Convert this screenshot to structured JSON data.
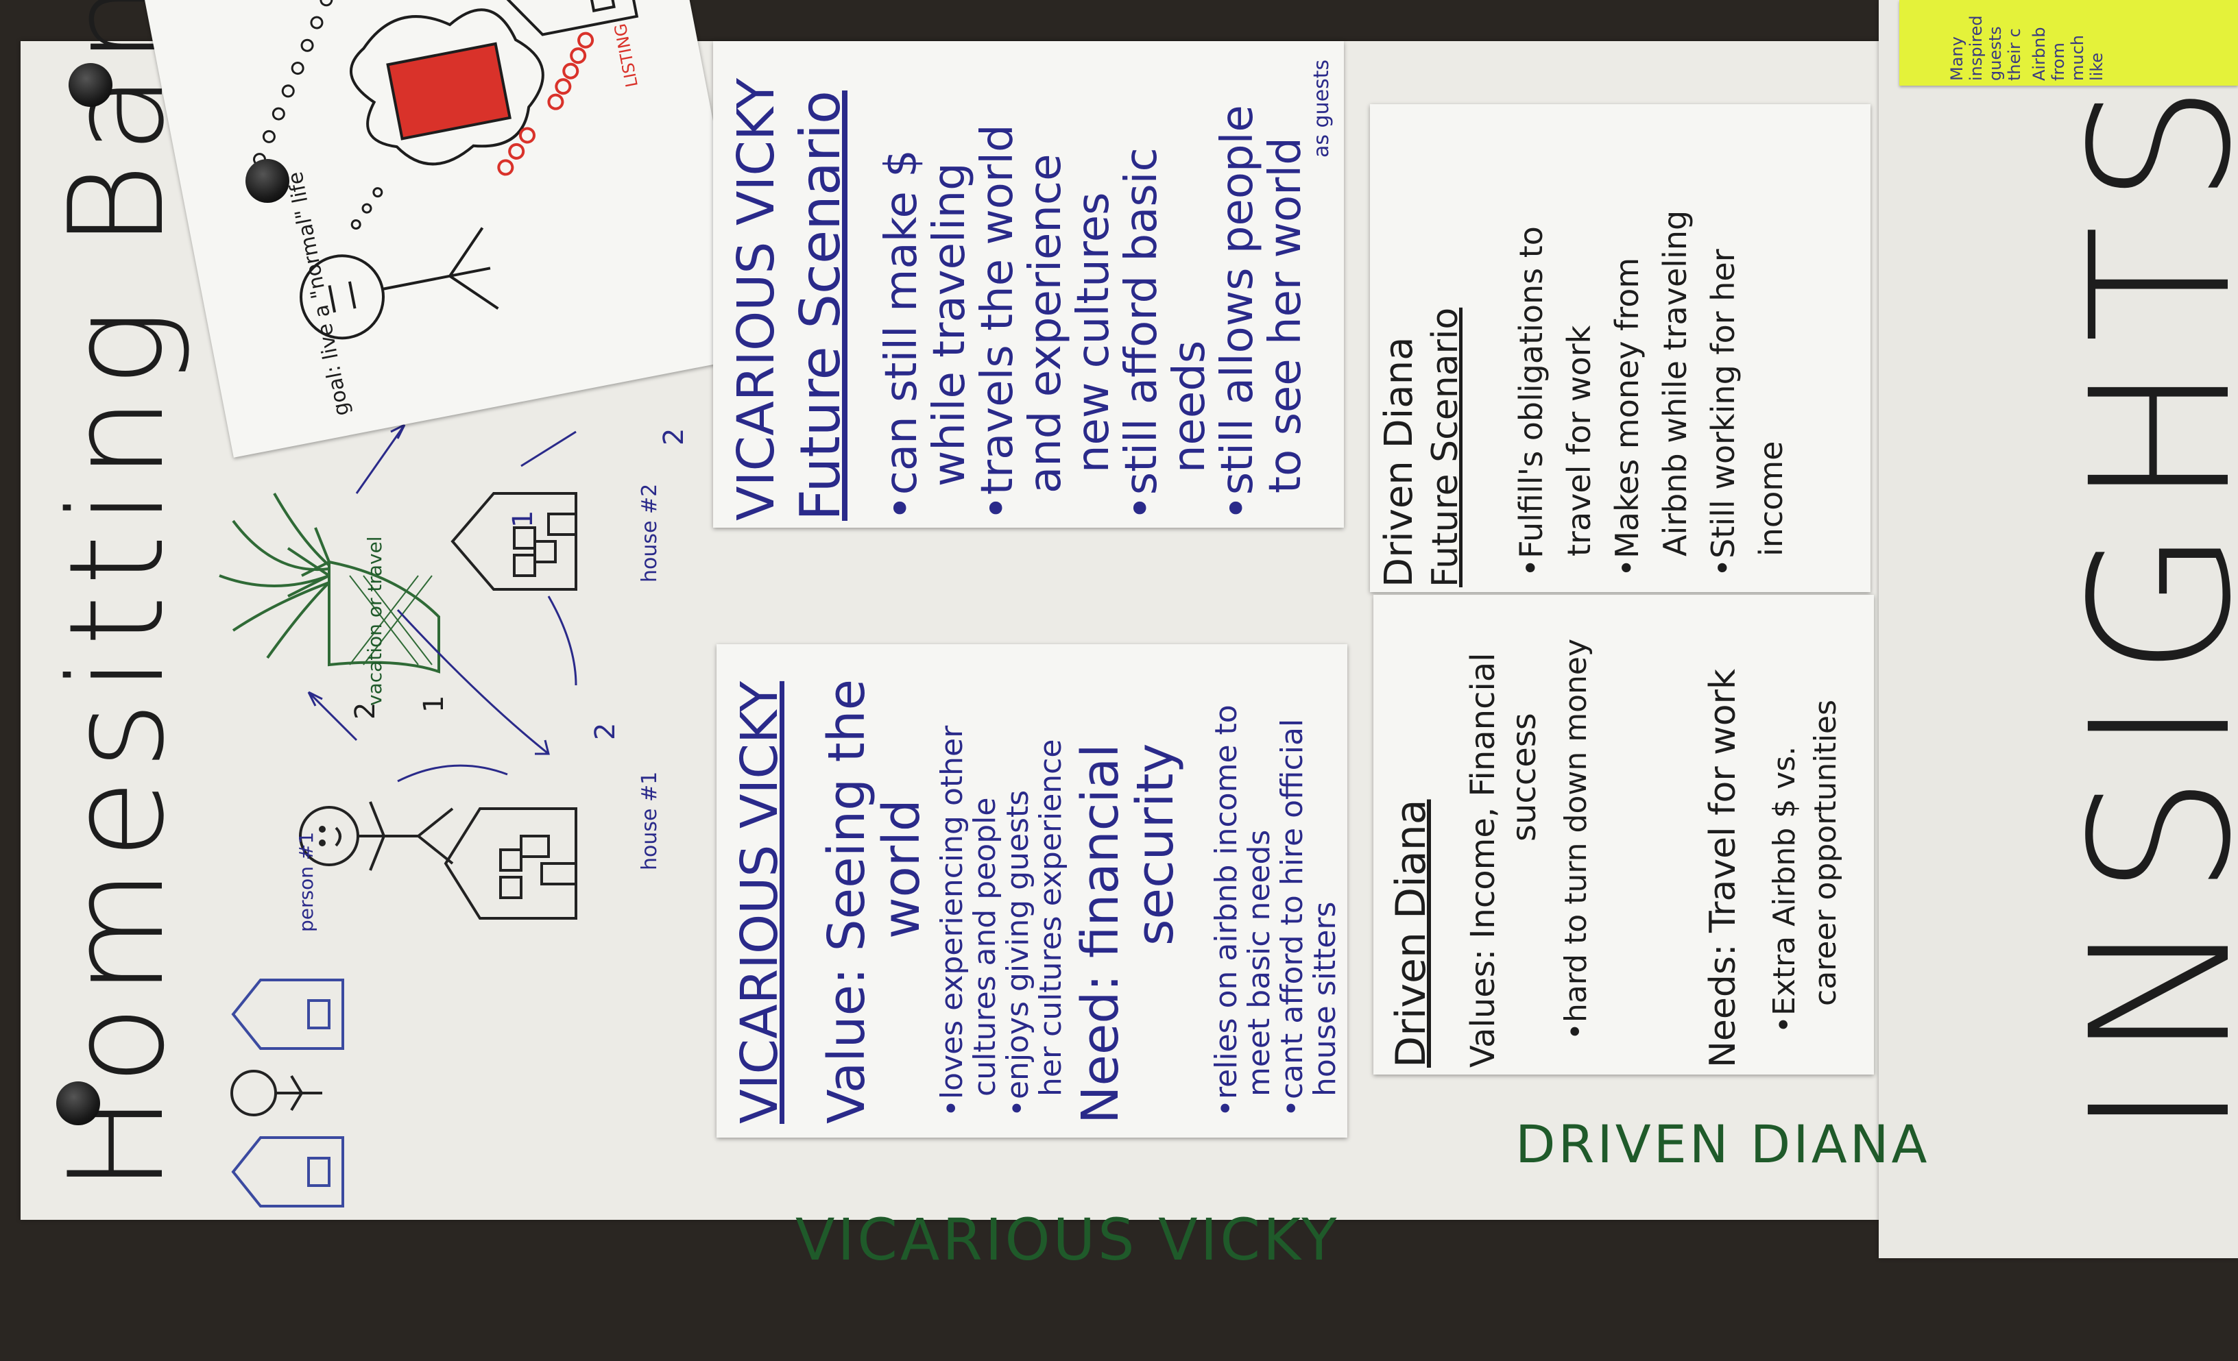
{
  "board": {
    "title": "Homesitting Bank",
    "insights_label": "INSIGHTS"
  },
  "left_diagram": {
    "person_label": "person #1",
    "vacation_label": "vacation or travel",
    "house1_label": "house #1",
    "house2_label": "house #2",
    "arrow_labels": [
      "1",
      "2",
      "1",
      "2",
      "2"
    ]
  },
  "top_sketch": {
    "thought": "goal: live a \"normal\" life",
    "listing_label": "LISTING"
  },
  "vicky_scenario": {
    "title1": "VICARIOUS VICKY",
    "title2": "Future Scenario",
    "lines": [
      "•can still make $",
      "while traveling",
      "•travels the world",
      "and experience",
      "new cultures",
      "•still afford basic",
      "needs",
      "•still allows people",
      "to see her world",
      "as guests"
    ]
  },
  "vicky_persona": {
    "title": "VICARIOUS VICKY",
    "value_heading": "Value: Seeing the",
    "value_heading2": "world",
    "value_lines": [
      "•loves experiencing other",
      "cultures and people",
      "•enjoys giving guests",
      "her cultures experience"
    ],
    "need_heading": "Need: financial",
    "need_heading2": "security",
    "need_lines": [
      "•relies on airbnb income to",
      "meet basic needs",
      "•cant afford to hire official",
      "house sitters"
    ],
    "footer_label": "VICARIOUS VICKY"
  },
  "diana_scenario": {
    "title1": "Driven Diana",
    "title2": "Future Scenario",
    "lines": [
      "•Fulfill's obligations to",
      "travel for work",
      "•Makes money from",
      "Airbnb while traveling",
      "•Still working for her",
      "income"
    ]
  },
  "diana_persona": {
    "title": "Driven Diana",
    "values_heading": "Values: Income, Financial",
    "values_heading2": "success",
    "values_line": "•hard to turn down money",
    "needs_heading": "Needs: Travel for work",
    "needs_lines": [
      "•Extra Airbnb $ vs.",
      "career opportunities"
    ],
    "footer_label": "DRIVEN DIANA"
  },
  "sticky_note": {
    "lines": [
      "Many",
      "inspired",
      "guests",
      "their c",
      "Airbnb",
      "from",
      "much",
      "like"
    ]
  },
  "colors": {
    "paper": "#ecebe6",
    "sheet": "#f6f6f3",
    "sticky": "#e4f23a",
    "marker_blue": "#2a2a8a",
    "marker_green": "#1f5a2a",
    "marker_black": "#1d1d1d",
    "suitcase_red": "#d9322a"
  }
}
